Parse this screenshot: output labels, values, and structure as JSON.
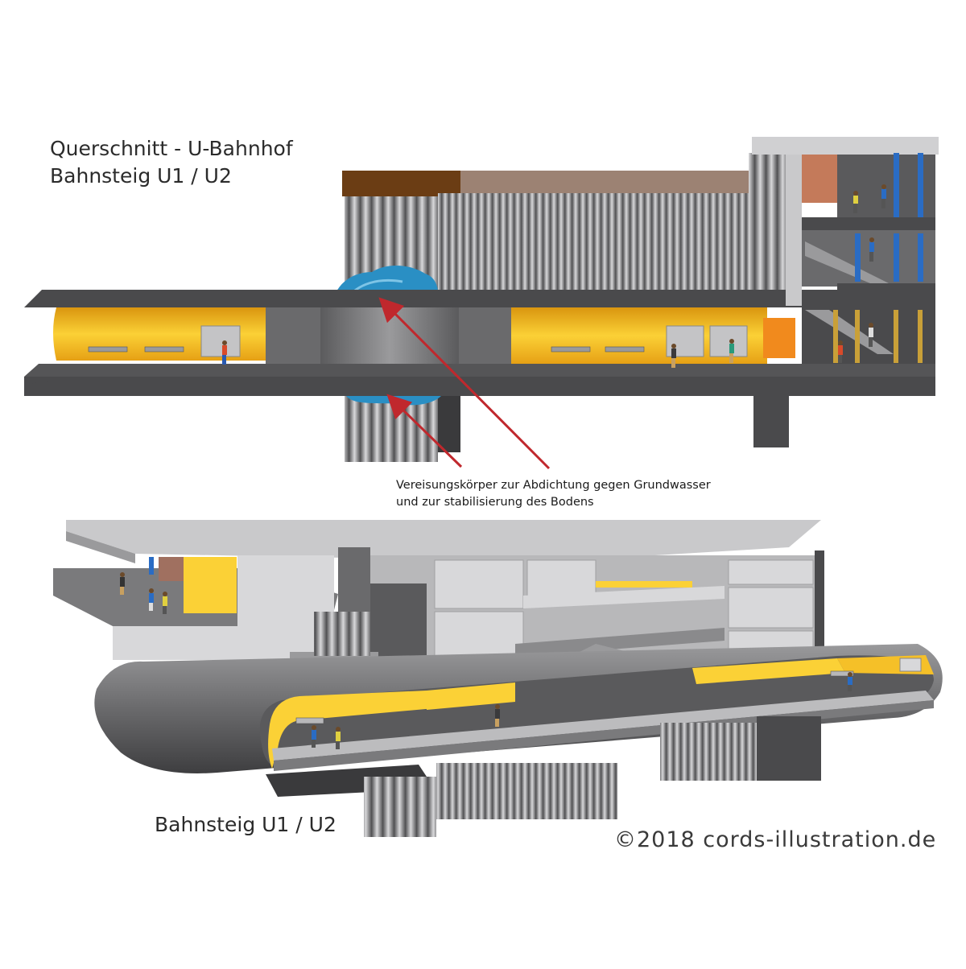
{
  "top_section": {
    "title_line1": "Querschnitt - U-Bahnhof",
    "title_line2": "Bahnsteig U1 / U2"
  },
  "annotation": {
    "line1": "Vereisungskörper zur Abdichtung gegen Grundwasser",
    "line2": "und zur stabilisierung des Bodens"
  },
  "bottom_section": {
    "title": "Bahnsteig U1 / U2"
  },
  "copyright": "©2018 cords-illustration.de",
  "colors": {
    "platform_yellow": "#f5b51e",
    "concrete_dark": "#4a4a4c",
    "concrete_mid": "#8a8a8c",
    "concrete_light": "#c9c9cb",
    "ice_blue": "#2a8fc4",
    "arrow_red": "#c0282d",
    "column_blue": "#2a6cc4",
    "soil_brown": "#6b3d14"
  },
  "icons": [
    "ice-body",
    "pillar",
    "bench",
    "person",
    "arrow"
  ]
}
